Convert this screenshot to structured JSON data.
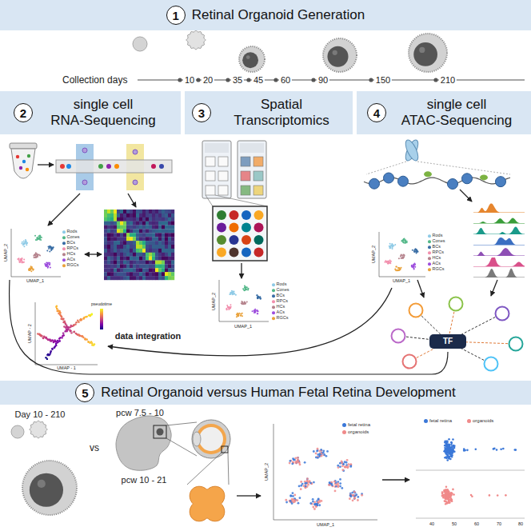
{
  "diagram": {
    "nodes": [
      {
        "text": [
          "Retinal Organoid Generation"
        ]
      },
      {
        "text": [
          "1"
        ],
        "in": 0
      },
      {
        "text": [
          "single cell RNA-Sequencing"
        ]
      },
      {
        "text": [
          "2"
        ],
        "in": 2
      },
      {
        "text": [
          "Spatial Transcriptomics"
        ]
      },
      {
        "text": [
          "3"
        ],
        "in": 4
      },
      {
        "text": [
          "single cell ATAC-Sequencing"
        ]
      },
      {
        "text": [
          "4"
        ],
        "in": 6
      },
      {
        "text": [
          "TF"
        ]
      },
      {
        "text": [
          "Retinal Organoid versus Human Fetal Retina Development"
        ]
      },
      {
        "text": [
          "5"
        ],
        "in": 9
      }
    ],
    "labels": [
      "Collection days",
      "10",
      "20",
      "35",
      "45",
      "60",
      "90",
      "150",
      "210",
      "UMAP_2",
      "UMAP_1",
      "UMAP - 2",
      "UMAP - 1",
      "pseudotime",
      "data integration",
      "UMAP_2",
      "UMAP_1",
      "UMAP_2",
      "UMAP_1",
      "Day 10 - 210",
      "vs",
      "pcw 7.5 - 10",
      "pcw 10 - 21",
      "UMAP_2",
      "UMAP_1",
      "40",
      "50",
      "60",
      "70",
      "80"
    ],
    "legend": [
      {
        "text": "Rods",
        "color": "#8ecae6"
      },
      {
        "text": "Cones",
        "color": "#52b788"
      },
      {
        "text": "BCs",
        "color": "#3a6ea5"
      },
      {
        "text": "RPCs",
        "color": "#f28fad"
      },
      {
        "text": "HCs",
        "color": "#b5838d"
      },
      {
        "text": "ACs",
        "color": "#9d4edd"
      },
      {
        "text": "RGCs",
        "color": "#e9a23b"
      },
      {
        "text": "Rods",
        "color": "#8ecae6"
      },
      {
        "text": "Cones",
        "color": "#52b788"
      },
      {
        "text": "BCs",
        "color": "#3a6ea5"
      },
      {
        "text": "RPCs",
        "color": "#f28fad"
      },
      {
        "text": "HCs",
        "color": "#b5838d"
      },
      {
        "text": "ACs",
        "color": "#9d4edd"
      },
      {
        "text": "RGCs",
        "color": "#e9a23b"
      },
      {
        "text": "Rods",
        "color": "#8ecae6"
      },
      {
        "text": "Cones",
        "color": "#52b788"
      },
      {
        "text": "BCs",
        "color": "#3a6ea5"
      },
      {
        "text": "RPCs",
        "color": "#f28fad"
      },
      {
        "text": "HCs",
        "color": "#b5838d"
      },
      {
        "text": "ACs",
        "color": "#9d4edd"
      },
      {
        "text": "RGCs",
        "color": "#e9a23b"
      },
      {
        "text": "fetal retina",
        "color": "#3b78d8"
      },
      {
        "text": "organoids",
        "color": "#f08a8a"
      },
      {
        "text": "fetal retina",
        "color": "#3b78d8"
      },
      {
        "text": "organoids",
        "color": "#f08a8a"
      }
    ]
  }
}
